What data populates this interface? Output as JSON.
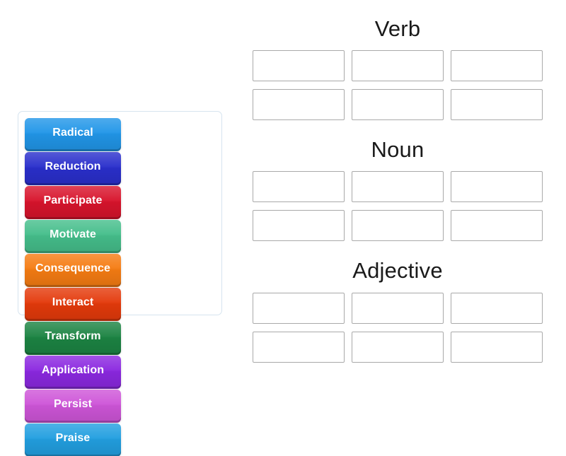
{
  "activity": {
    "type": "group-sort",
    "tray_label": "word-tile-tray"
  },
  "tiles": [
    {
      "label": "Radical",
      "color": "#2196E8"
    },
    {
      "label": "Reduction",
      "color": "#2A2FCC"
    },
    {
      "label": "Participate",
      "color": "#D8142C"
    },
    {
      "label": "Motivate",
      "color": "#45BE8B"
    },
    {
      "label": "Consequence",
      "color": "#F57C13"
    },
    {
      "label": "Interact",
      "color": "#E43A0B"
    },
    {
      "label": "Transform",
      "color": "#1C8443"
    },
    {
      "label": "Application",
      "color": "#8B28E0"
    },
    {
      "label": "Persist",
      "color": "#CE55D8"
    },
    {
      "label": "Praise",
      "color": "#229FE0"
    }
  ],
  "categories": [
    {
      "title": "Verb",
      "slots": [
        "",
        "",
        "",
        "",
        "",
        ""
      ]
    },
    {
      "title": "Noun",
      "slots": [
        "",
        "",
        "",
        "",
        "",
        ""
      ]
    },
    {
      "title": "Adjective",
      "slots": [
        "",
        "",
        "",
        "",
        "",
        ""
      ]
    }
  ],
  "theme": {
    "background": "#ffffff",
    "tray_border": "#d6e4ef",
    "dropzone_border": "#a9a9a9",
    "heading_color": "#1a1a1a",
    "tile_text_color": "#ffffff"
  }
}
